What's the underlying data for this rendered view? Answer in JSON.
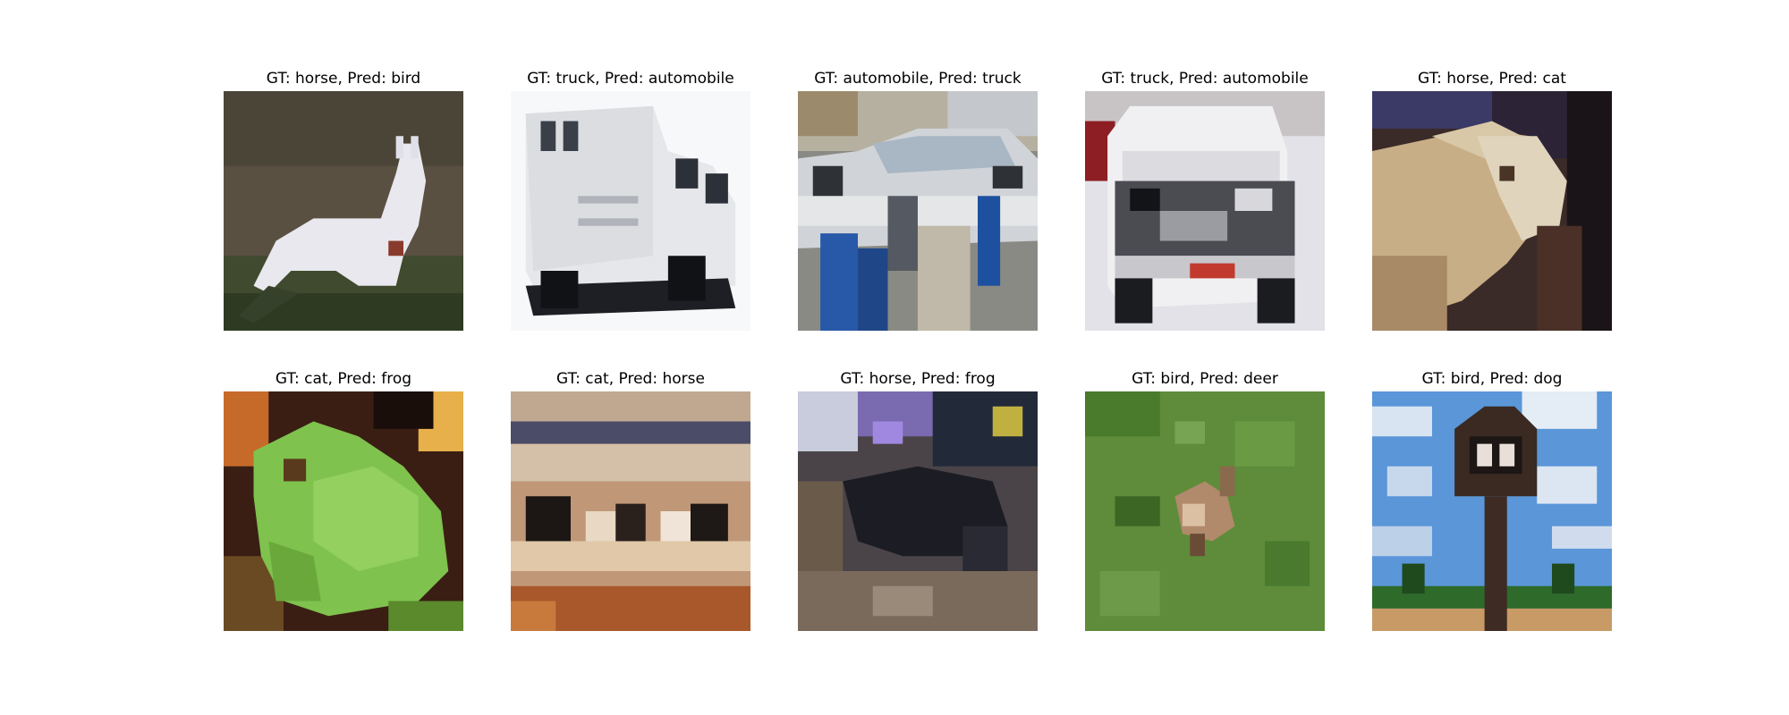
{
  "panels": [
    {
      "title": "GT: horse, Pred: bird",
      "image": "white horse standing in brown grass field"
    },
    {
      "title": "GT: truck, Pred: automobile",
      "image": "white delivery truck on white background"
    },
    {
      "title": "GT: automobile, Pred: truck",
      "image": "silver car with people in blue clothing in front"
    },
    {
      "title": "GT: truck, Pred: automobile",
      "image": "front of white pickup truck in snow"
    },
    {
      "title": "GT: horse, Pred: cat",
      "image": "close-up of light brown horse head"
    },
    {
      "title": "GT: cat, Pred: frog",
      "image": "green frog on dark brown background"
    },
    {
      "title": "GT: cat, Pred: horse",
      "image": "cats lying in a basket, brown tones"
    },
    {
      "title": "GT: horse, Pred: frog",
      "image": "dark horse in a cluttered scene with purple flowers"
    },
    {
      "title": "GT: bird, Pred: deer",
      "image": "small brown bird in green grass"
    },
    {
      "title": "GT: bird, Pred: dog",
      "image": "owl perched on post against blue sky"
    }
  ]
}
